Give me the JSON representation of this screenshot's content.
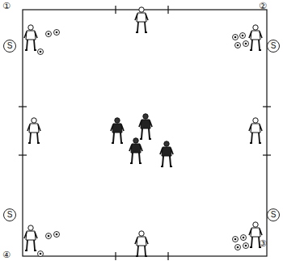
{
  "diagram": {
    "nodes": [
      {
        "text": [
          "S"
        ]
      },
      {
        "text": [
          "S"
        ]
      },
      {
        "text": [
          "S"
        ]
      },
      {
        "text": [
          "S"
        ]
      }
    ],
    "labels": [
      "①",
      "②",
      "③",
      "④"
    ]
  }
}
